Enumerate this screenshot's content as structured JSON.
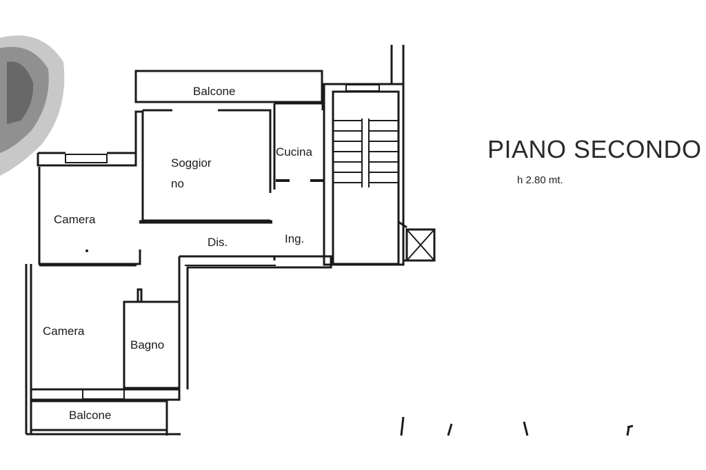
{
  "plan": {
    "title": "PIANO SECONDO",
    "height_note": "h 2.80 mt.",
    "rooms": {
      "balcone_top": "Balcone",
      "soggiorno_1": "Soggior",
      "soggiorno_2": "no",
      "cucina": "Cucina",
      "camera_top": "Camera",
      "dis": "Dis.",
      "ing": "Ing.",
      "camera_bottom": "Camera",
      "bagno": "Bagno",
      "balcone_bottom": "Balcone"
    }
  }
}
